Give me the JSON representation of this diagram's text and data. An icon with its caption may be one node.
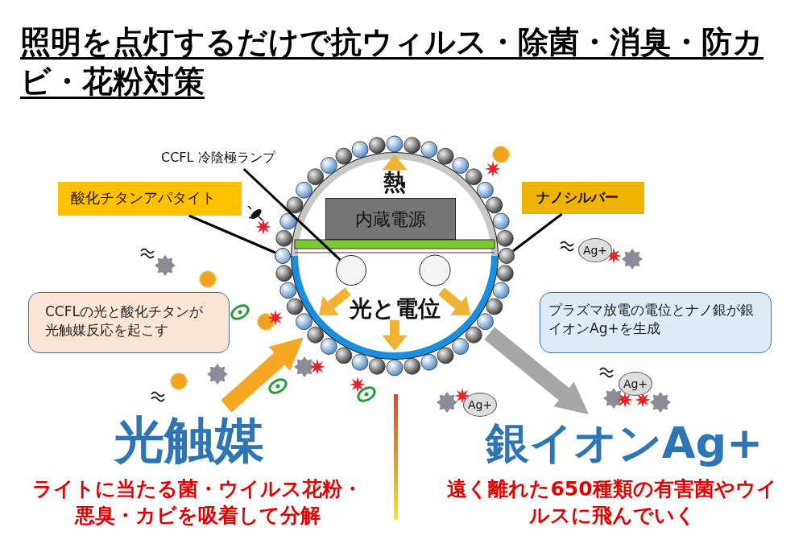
{
  "diagram": {
    "title": "照明を点灯するだけで抗ウィルス・除菌・消臭・防カビ・花粉対策",
    "nodes": [
      {
        "text": [
          "CCFL 冷陰極ランプ"
        ]
      },
      {
        "text": [
          "酸化チタンアパタイト"
        ]
      },
      {
        "text": [
          "ナノシルバー"
        ]
      },
      {
        "text": [],
        "shape": "picture"
      },
      {
        "text": [],
        "shape": "circle",
        "in": 3
      },
      {
        "text": [],
        "shape": "circle"
      },
      {
        "text": [],
        "shape": "circle"
      },
      {
        "text": [
          "内蔵電源"
        ],
        "in": 3
      },
      {
        "text": [
          "CCFLの光と酸化チタンが光触媒反応を起こす"
        ]
      },
      {
        "text": [
          "プラズマ放電の電位とナノ銀が銀イオンAg+を生成"
        ]
      },
      {
        "text": [
          "Ag+"
        ]
      },
      {
        "text": [
          "Ag+"
        ]
      },
      {
        "text": [
          "Ag+"
        ]
      },
      {
        "text": [
          "光触媒"
        ]
      },
      {
        "text": [
          "銀イオンAg+"
        ]
      }
    ],
    "edges": [
      {
        "from": 0,
        "to": 4,
        "arrow": "none"
      },
      {
        "from": 1,
        "to": 5,
        "arrow": "none"
      },
      {
        "from": 2,
        "to": 6,
        "arrow": "none"
      },
      {
        "from": 13,
        "to": 3,
        "arrow": "to",
        "style": "thick",
        "color": "#f5a623"
      },
      {
        "from": 3,
        "to": 14,
        "arrow": "to",
        "style": "thick",
        "color": "#a6a6a6"
      }
    ],
    "labels": [
      "熱",
      "光と電位",
      "ライトに当たる菌・ウイルス花粉・悪臭・カビを吸着して分解",
      "遠く離れた650種類の有害菌やウイルスに飛んでいく"
    ]
  }
}
